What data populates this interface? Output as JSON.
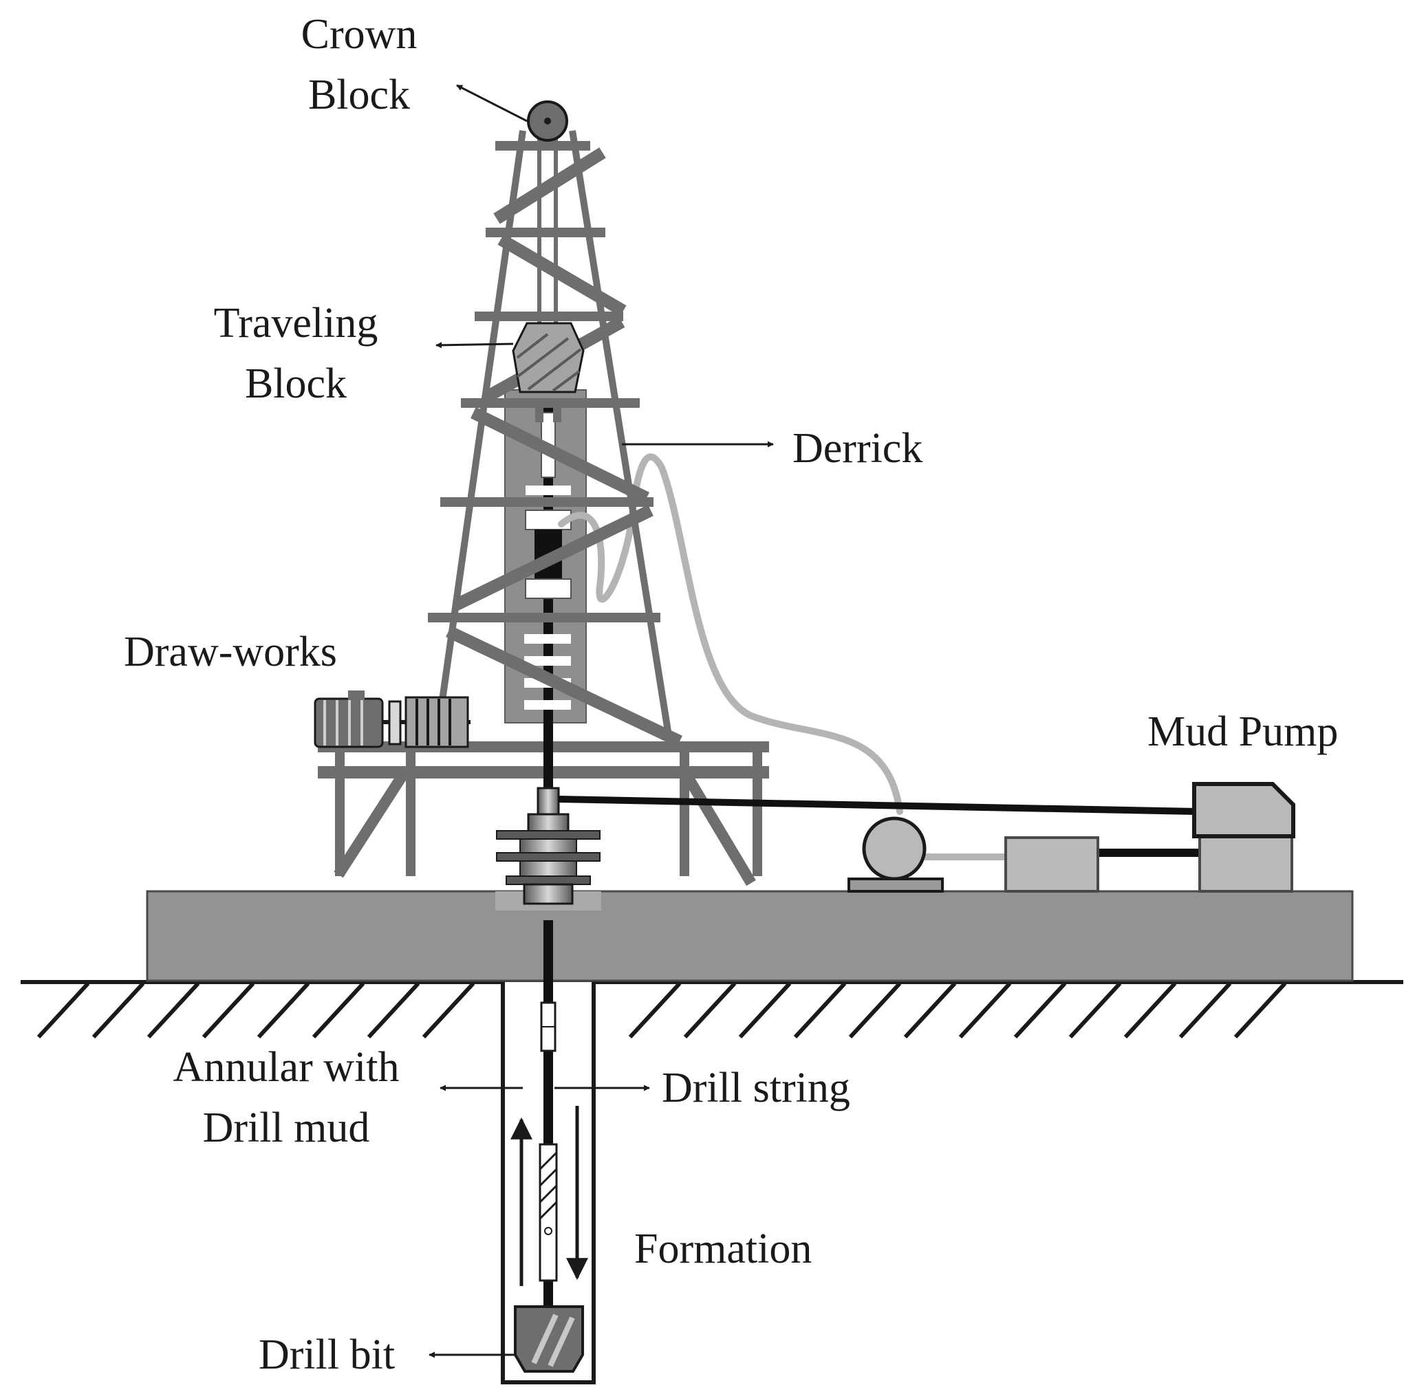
{
  "labels": {
    "crown_block_1": "Crown",
    "crown_block_2": "Block",
    "traveling_block_1": "Traveling",
    "traveling_block_2": "Block",
    "derrick": "Derrick",
    "draw_works": "Draw-works",
    "mud_pump": "Mud Pump",
    "annular_1": "Annular with",
    "annular_2": "Drill mud",
    "drill_string": "Drill string",
    "formation": "Formation",
    "drill_bit": "Drill bit"
  },
  "colors": {
    "ink": "#1a1a1a",
    "steel": "#6e6e6e",
    "base": "#939396",
    "machine": "#b9b9bb",
    "hose": "#b4b4b4",
    "pipe": "#111111"
  }
}
